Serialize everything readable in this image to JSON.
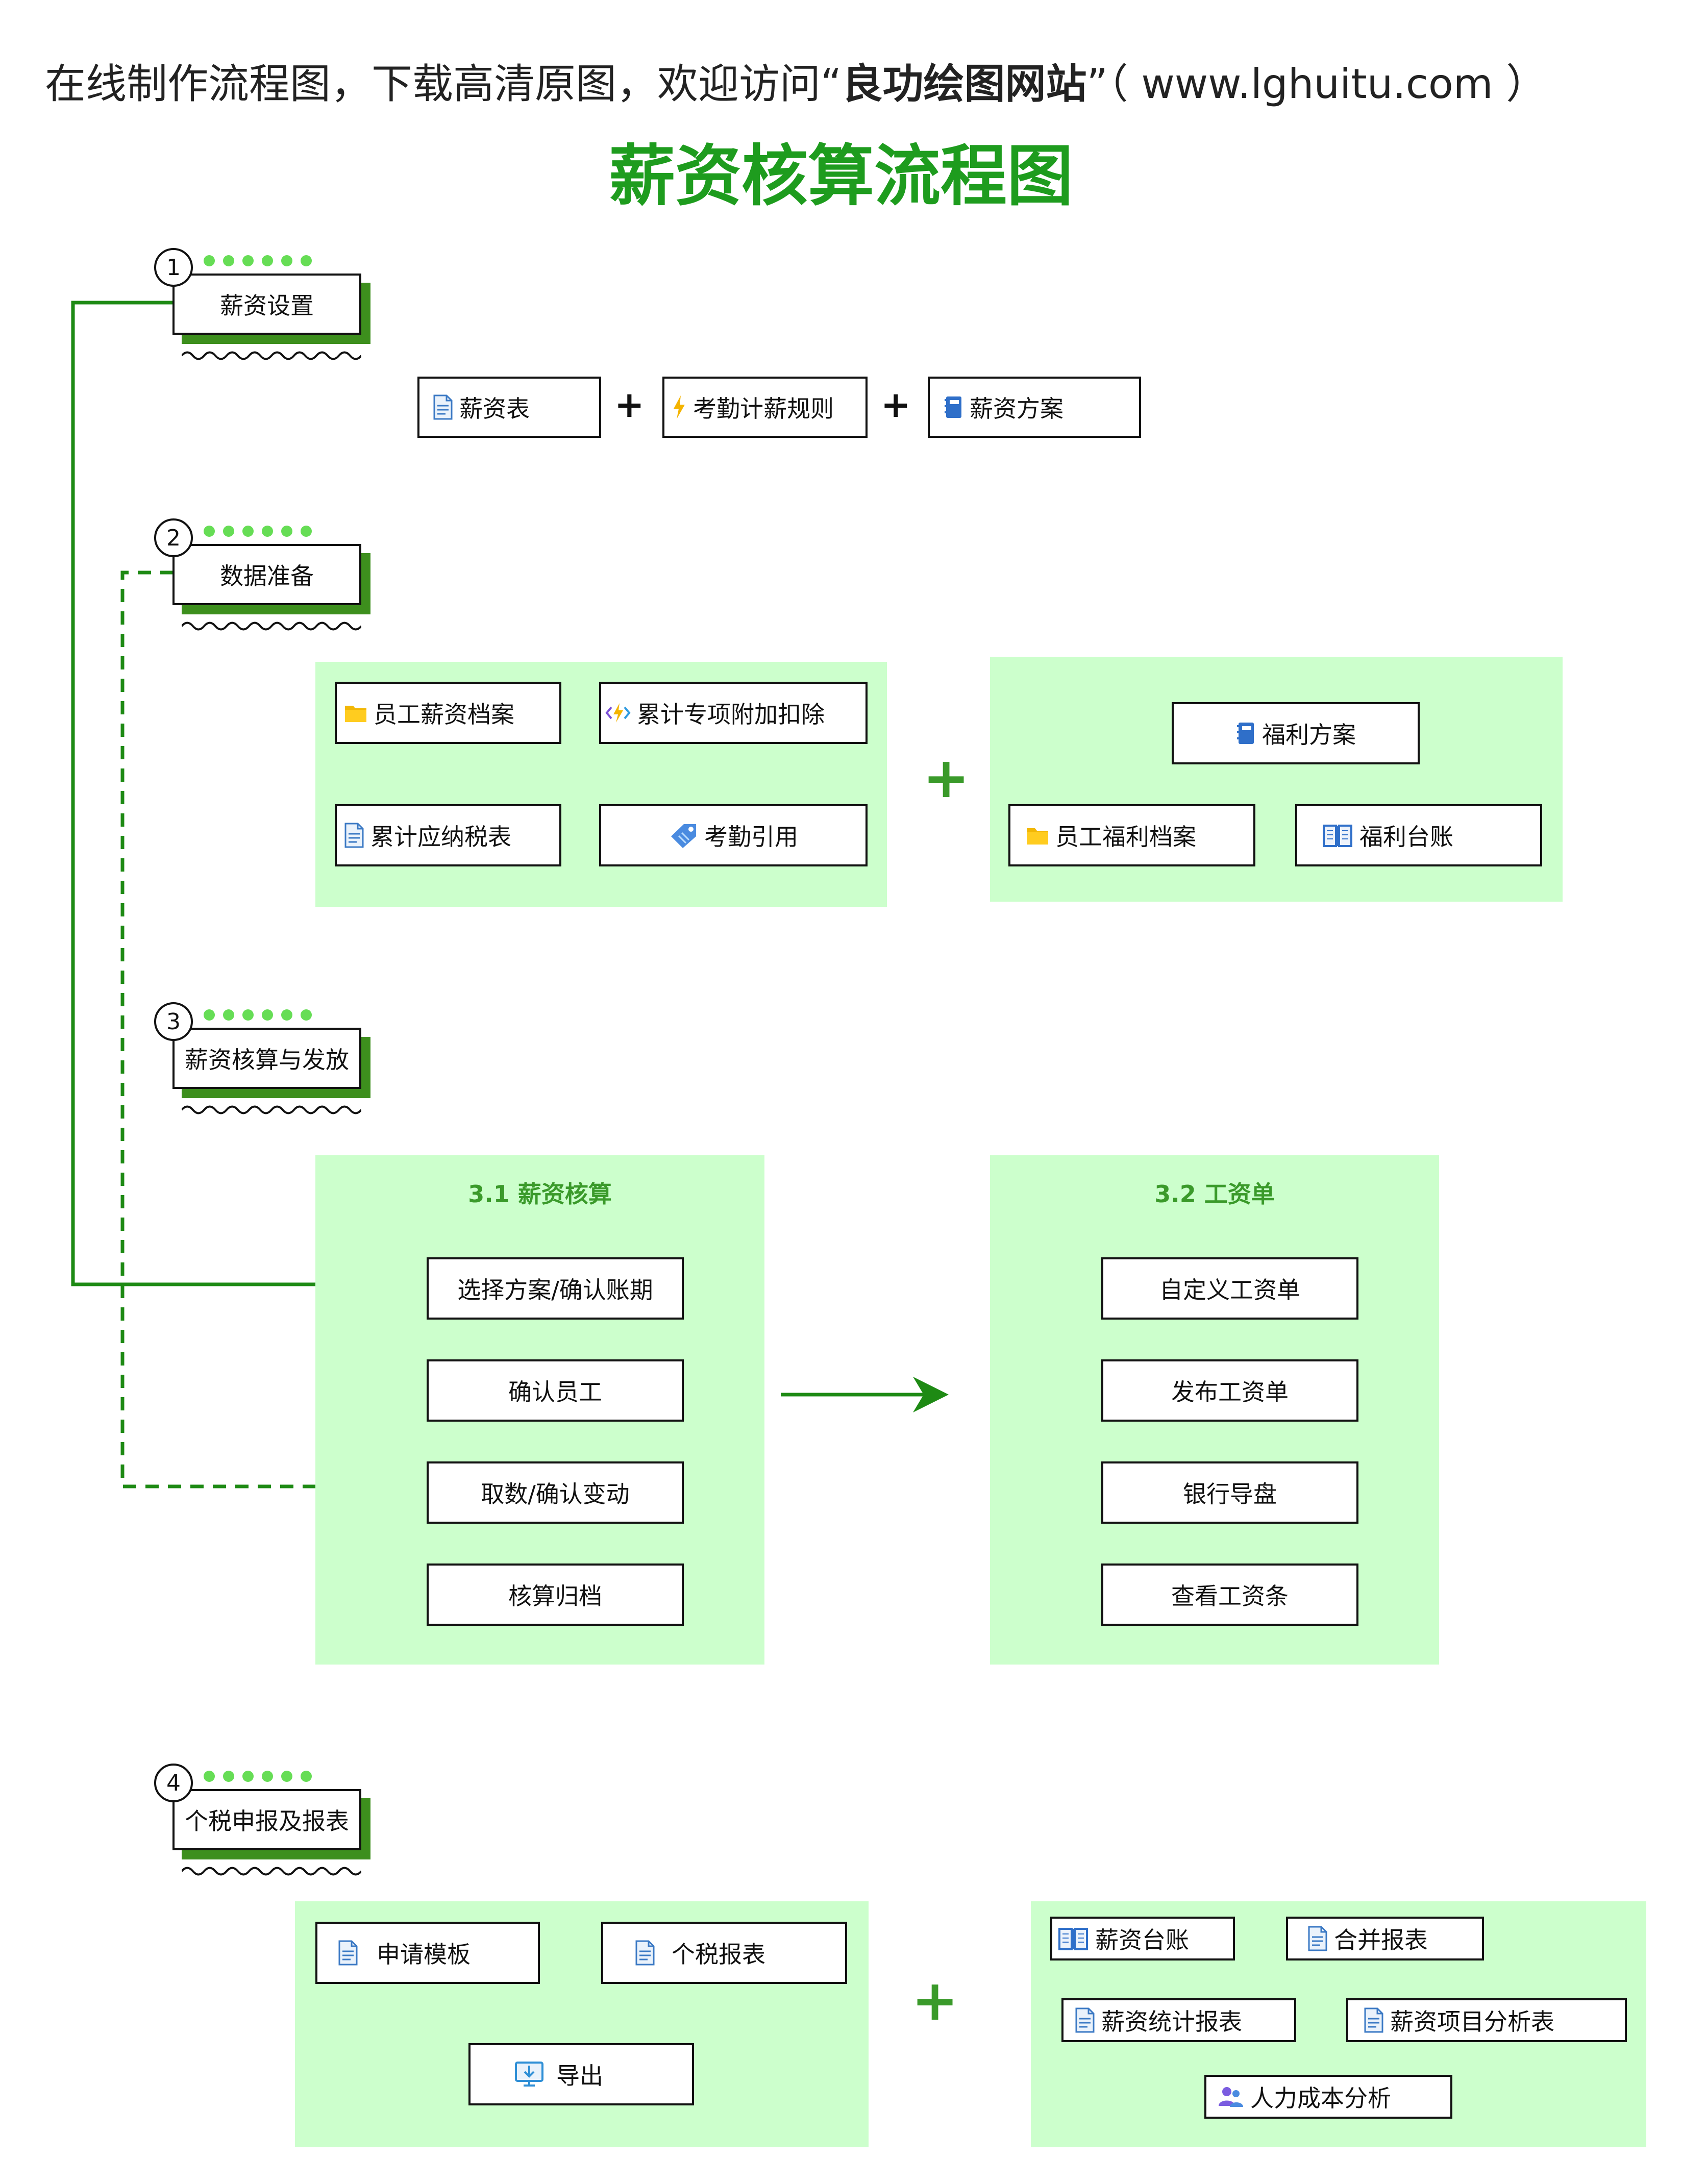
{
  "header": {
    "prefix": "在线制作流程图，下载高清原图，欢迎访问“",
    "site": "良功绘图网站",
    "suffix": "”（ www.lghuitu.com ）"
  },
  "title": "薪资核算流程图",
  "steps": [
    {
      "num": "1",
      "label": "薪资设置"
    },
    {
      "num": "2",
      "label": "数据准备"
    },
    {
      "num": "3",
      "label": "薪资核算与发放"
    },
    {
      "num": "4",
      "label": "个税申报及报表"
    }
  ],
  "step1": {
    "items": [
      {
        "label": "薪资表",
        "icon": "document-icon"
      },
      {
        "label": "考勤计薪规则",
        "icon": "lightning-icon"
      },
      {
        "label": "薪资方案",
        "icon": "notebook-icon"
      }
    ],
    "plus": "+"
  },
  "step2": {
    "left": [
      {
        "label": "员工薪资档案",
        "icon": "folder-icon"
      },
      {
        "label": "累计专项附加扣除",
        "icon": "code-lightning-icon"
      },
      {
        "label": "累计应纳税表",
        "icon": "document-icon"
      },
      {
        "label": "考勤引用",
        "icon": "tag-icon"
      }
    ],
    "right": [
      {
        "label": "福利方案",
        "icon": "notebook-icon"
      },
      {
        "label": "员工福利档案",
        "icon": "folder-icon"
      },
      {
        "label": "福利台账",
        "icon": "book-icon"
      }
    ],
    "plus": "+"
  },
  "step3": {
    "calc_title": "3.1 薪资核算",
    "calc": [
      "选择方案/确认账期",
      "确认员工",
      "取数/确认变动",
      "核算归档"
    ],
    "payslip_title": "3.2 工资单",
    "payslip": [
      "自定义工资单",
      "发布工资单",
      "银行导盘",
      "查看工资条"
    ]
  },
  "step4": {
    "left": [
      {
        "label": "申请模板",
        "icon": "document-icon"
      },
      {
        "label": "个税报表",
        "icon": "document-icon"
      },
      {
        "label": "导出",
        "icon": "download-monitor-icon"
      }
    ],
    "right": [
      {
        "label": "薪资台账",
        "icon": "book-icon"
      },
      {
        "label": "合并报表",
        "icon": "document-icon"
      },
      {
        "label": "薪资统计报表",
        "icon": "document-icon"
      },
      {
        "label": "薪资项目分析表",
        "icon": "document-icon"
      },
      {
        "label": "人力成本分析",
        "icon": "people-icon"
      }
    ],
    "plus": "+"
  },
  "colors": {
    "accent_green": "#1e9c1e",
    "panel_green": "#ccffcc",
    "line_green": "#1e8a14",
    "shadow_green": "#3d8f1d",
    "dot_green": "#66dd55"
  }
}
